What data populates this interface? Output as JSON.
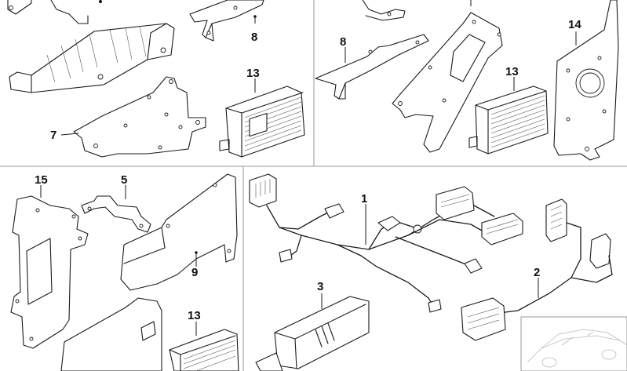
{
  "callouts": {
    "top_left_8": "8",
    "top_left_7": "7",
    "top_left_13": "13",
    "top_right_8": "8",
    "top_right_13": "13",
    "top_right_14": "14",
    "bottom_15": "15",
    "bottom_5": "5",
    "bottom_9": "9",
    "bottom_13": "13",
    "bottom_1": "1",
    "bottom_3": "3",
    "bottom_2": "2"
  }
}
